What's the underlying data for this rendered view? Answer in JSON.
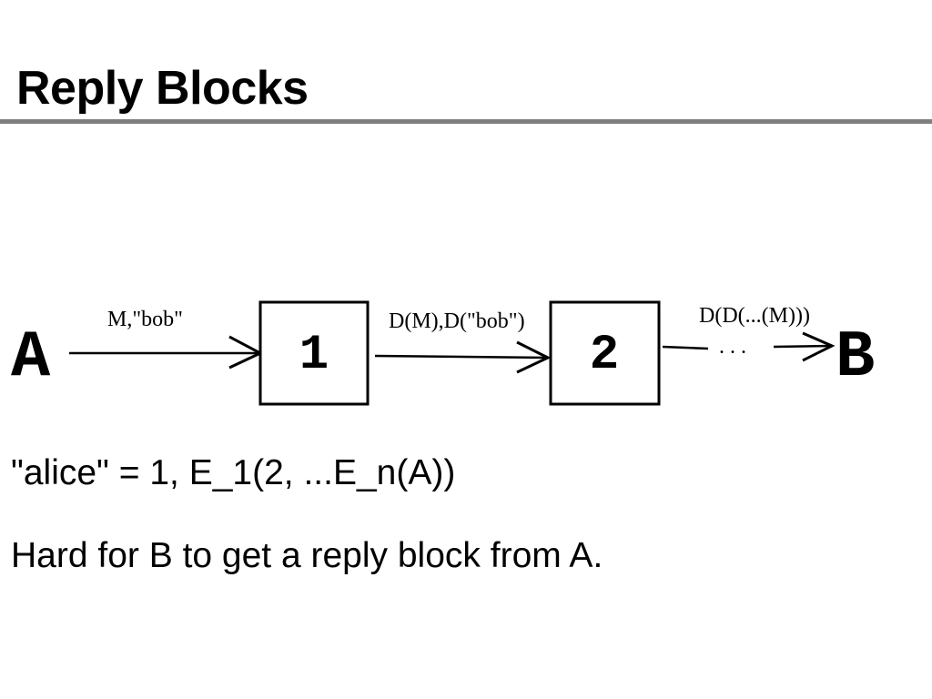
{
  "slide": {
    "title": "Reply Blocks",
    "lines": [
      "\"alice\" = 1, E_1(2, ...E_n(A))",
      "Hard for B to get a reply block from A."
    ]
  },
  "diagram": {
    "nodes": {
      "source": "A",
      "destination": "B"
    },
    "boxes": [
      "1",
      "2"
    ],
    "edge_labels": [
      "M,\"bob\"",
      "D(M),D(\"bob\")",
      "D(D(...(M)))"
    ],
    "ellipsis": ". . ."
  }
}
